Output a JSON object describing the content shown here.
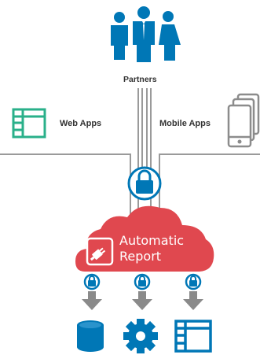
{
  "labels": {
    "partners": "Partners",
    "web_apps": "Web Apps",
    "mobile_apps": "Mobile Apps",
    "cloud_line1": "Automatic",
    "cloud_line2": "Report"
  },
  "icons": {
    "partners": "people-group-icon",
    "web_apps": "web-app-window-icon",
    "mobile_apps": "mobile-devices-icon",
    "gateway": "padlock-icon",
    "cloud": "cloud-icon",
    "plugin": "plug-connector-icon",
    "outputs": [
      "database-icon",
      "gear-icon",
      "app-window-icon"
    ]
  },
  "colors": {
    "partners": "#0077b6",
    "web_apps": "#2ab08a",
    "mobile_apps": "#8c8c8c",
    "lines": "#9a9a9a",
    "lock_blue": "#0077b6",
    "cloud_red": "#e0484f",
    "arrows": "#8a8a8a",
    "outputs": "#0077b6"
  }
}
